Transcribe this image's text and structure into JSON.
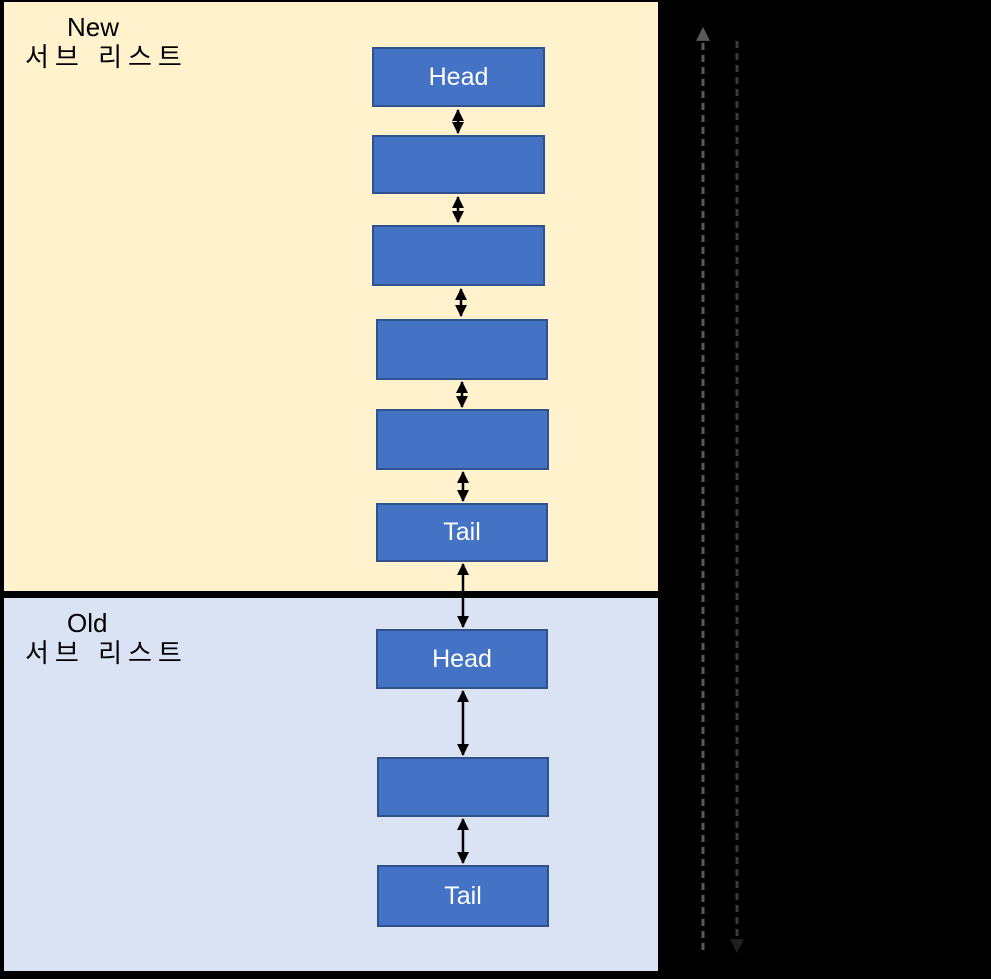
{
  "colors": {
    "background": "#000000",
    "new_region_bg": "#FFF2CC",
    "old_region_bg": "#DAE3F3",
    "node_fill": "#4472C4",
    "node_border": "#2F528F",
    "node_text": "#FFFFFF",
    "label_text": "#000000",
    "connector_arrow": "#000000",
    "up_dashed_arrow": "#595959",
    "down_dashed_arrow": "#3A3A3A"
  },
  "regions": {
    "new": {
      "label_line1": "New",
      "label_line2": "서브 리스트"
    },
    "old": {
      "label_line1": "Old",
      "label_line2": "서브 리스트"
    }
  },
  "nodes": {
    "new": [
      {
        "label": "Head"
      },
      {
        "label": ""
      },
      {
        "label": ""
      },
      {
        "label": ""
      },
      {
        "label": ""
      },
      {
        "label": "Tail"
      }
    ],
    "old": [
      {
        "label": "Head"
      },
      {
        "label": ""
      },
      {
        "label": "Tail"
      }
    ]
  },
  "arrows": {
    "connector_style": "double-headed",
    "up_arrow": "dashed-up-arrow",
    "down_arrow": "dashed-down-arrow"
  }
}
